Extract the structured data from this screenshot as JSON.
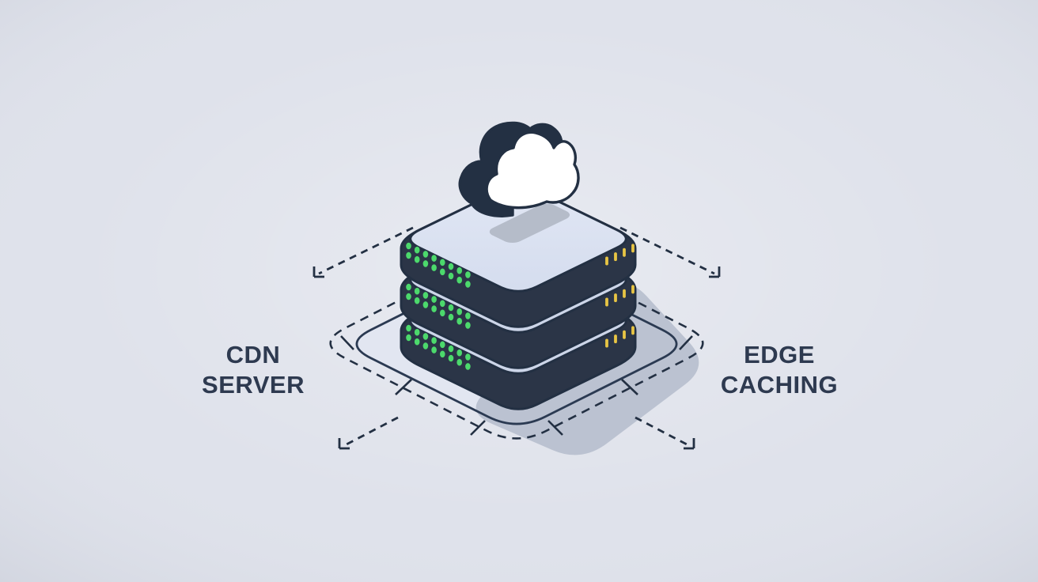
{
  "title": "CDN server edge caching illustration",
  "background": "#dfe2eb",
  "labels": {
    "left": {
      "line1": "CDN",
      "line2": "SERVER"
    },
    "right": {
      "line1": "EDGE",
      "line2": "CACHING"
    }
  },
  "colors": {
    "ink": "#233043",
    "text": "#2e3a50",
    "server_body": "#2b3547",
    "server_top": "#dbe2f0",
    "server_sliver": "#ccd5e8",
    "top_pad": "#b5bcc9",
    "platform_fill": "#e2e6f1",
    "shadow": "#b7bfce",
    "led_green": "#4cd96c",
    "led_yellow": "#e8c544",
    "cloud_front": "#ffffff",
    "cloud_back": "#233043"
  },
  "icons": [
    "cloud-icon",
    "server-stack-icon",
    "arrow-out-top-left",
    "arrow-out-top-right",
    "arrow-out-bottom-left",
    "arrow-out-bottom-right"
  ],
  "leds": {
    "units": 3,
    "green": {
      "rows": 2,
      "columns": 8,
      "color": "#4cd96c"
    },
    "yellow": {
      "count": 4,
      "color": "#e8c544"
    }
  }
}
